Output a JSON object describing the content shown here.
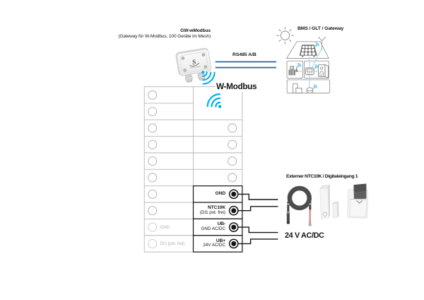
{
  "diagram": {
    "gateway": {
      "title": "GW-wModbus",
      "subtitle": "(Gateway für W-Modbus, 100 Geräte im Mesh)"
    },
    "rs485_label": "RS485 A/B",
    "wireless_label": "W-Modbus",
    "building_label": "BMS / GLT / Gateway",
    "table": {
      "left_labels": {
        "gnd": "GND",
        "di2": "DI2 (pot. frei)"
      },
      "connectors": [
        {
          "label": "GND",
          "sublabel": ""
        },
        {
          "label": "NTC10K",
          "sublabel": "(DI1 pot. frei)"
        },
        {
          "label": "UB-",
          "sublabel": "GND AC/DC"
        },
        {
          "label": "UB+",
          "sublabel": "24V AC/DC"
        }
      ]
    },
    "external_label": "Externer NTC10K / Digitaleingang 1",
    "power_label": "24 V AC/DC",
    "colors": {
      "wifi_cyan": "#00AEEF",
      "mini_cyan": "#29ABE2",
      "link_blue_light": "#A8DCF5",
      "bus_blue": "#26669E",
      "grid_gray": "#B5B5B5",
      "text_gray": "#B2B2B2",
      "ink": "#141414"
    }
  }
}
